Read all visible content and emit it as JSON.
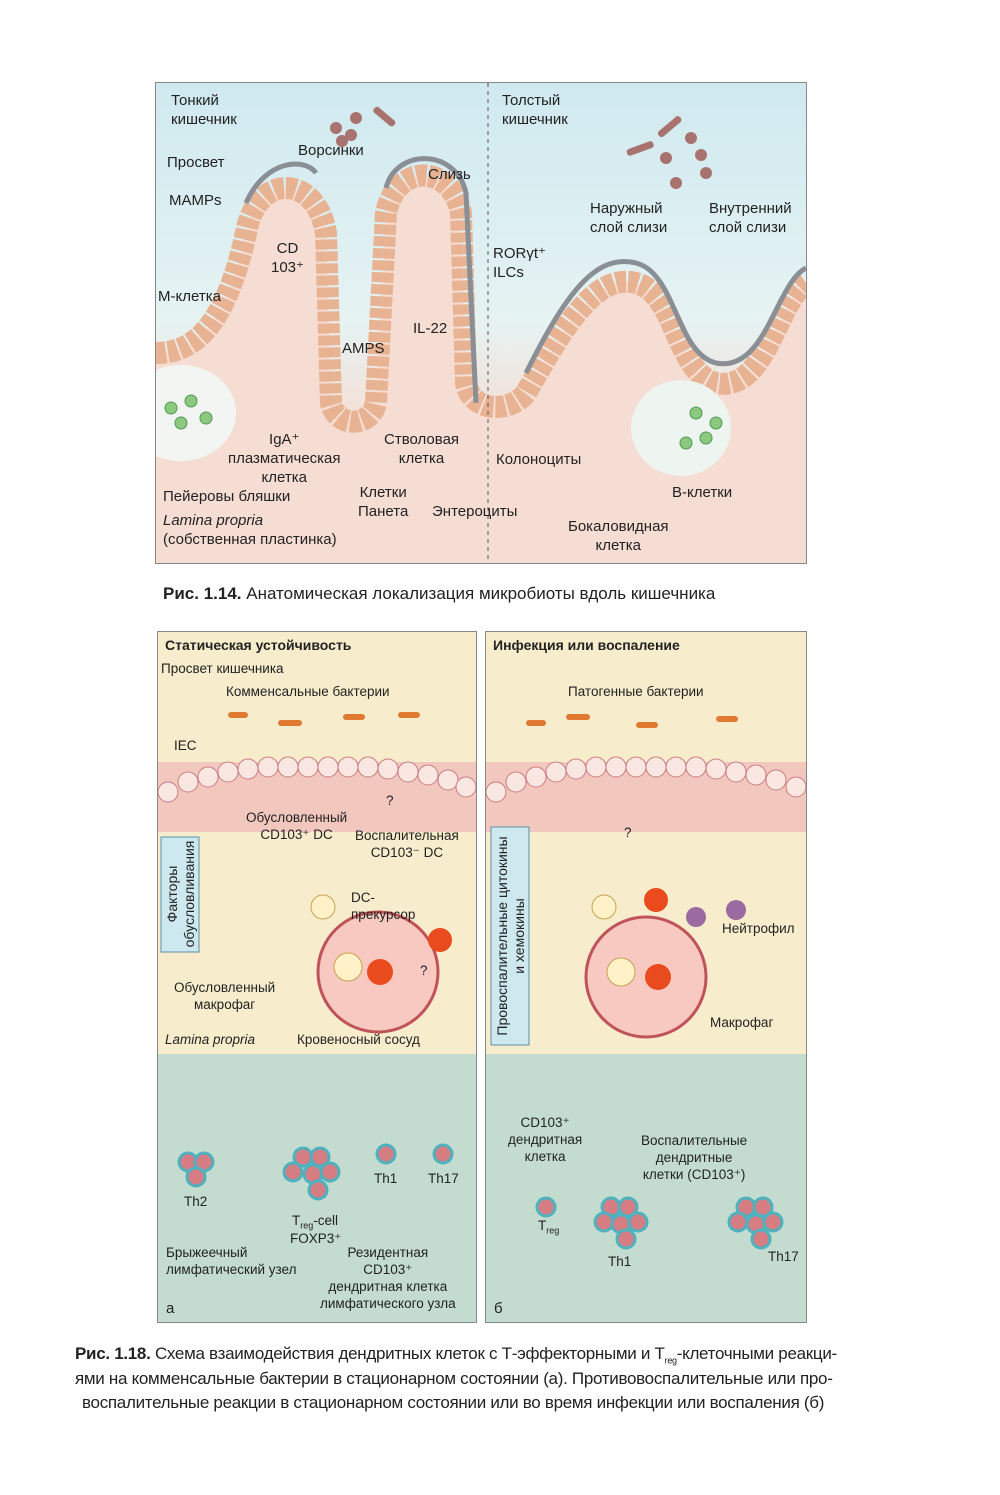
{
  "figure_114": {
    "labels": {
      "small_intestine": "Тонкий\nкишечник",
      "large_intestine": "Толстый\nкишечник",
      "lumen": "Просвет",
      "villi": "Ворсинки",
      "mucus": "Слизь",
      "mamps": "MAMPs",
      "cd103": "CD\n103⁺",
      "m_cell": "М-клетка",
      "ror_ilcs": "RORγt⁺\nILCs",
      "outer_mucus": "Наружный\nслой слизи",
      "inner_mucus": "Внутренний\nслой слизи",
      "il22": "IL-22",
      "amps": "AMPS",
      "iga_plasma": "IgA⁺\nплазматическая\nклетка",
      "stem_cell": "Стволовая\nклетка",
      "colonocytes": "Колоноциты",
      "peyer": "Пейеровы бляшки",
      "paneth": "Клетки\nПанета",
      "enterocytes": "Энтероциты",
      "b_cells": "B-клетки",
      "lamina_propria": "Lamina propria",
      "lamina_propria_ru": "(собственная пластинка)",
      "goblet": "Бокаловидная\nклетка"
    },
    "caption_label": "Рис. 1.14.",
    "caption_text": " Анатомическая локализация микробиоты вдоль кишечника"
  },
  "figure_118": {
    "panel_a": {
      "title": "Статическая устойчивость",
      "lumen": "Просвет кишечника",
      "commensal": "Комменсальные бактерии",
      "iec": "IEC",
      "conditioned_dc": "Обусловленный\nCD103⁺ DC",
      "inflammatory_dc": "Воспалительная\nCD103⁻ DC",
      "conditioning_factors": "Факторы\nобусловливания",
      "dc_precursor": "DC-\nпрекурсор",
      "question1": "?",
      "question2": "?",
      "conditioned_macrophage": "Обусловленный\nмакрофаг",
      "lamina_propria": "Lamina propria",
      "blood_vessel": "Кровеносный сосуд",
      "th2": "Th2",
      "treg_cell": "T",
      "treg_sub": "reg",
      "treg_cell_suffix": "-cell",
      "foxp3": "FOXP3⁺",
      "th1": "Th1",
      "th17": "Th17",
      "mesenteric": "Брыжеечный\nлимфатический узел",
      "resident_dc": "Резидентная\nCD103⁺\nдендритная клетка\nлимфатического узла",
      "letter": "а"
    },
    "panel_b": {
      "title": "Инфекция или воспаление",
      "pathogenic": "Патогенные бактерии",
      "proinflammatory": "Провоспалительные цитокины\nи хемокины",
      "question": "?",
      "neutrophil": "Нейтрофил",
      "macrophage": "Макрофаг",
      "cd103_dc": "CD103⁺\nдендритная\nклетка",
      "treg": "T",
      "treg_sub": "reg",
      "inflammatory_dcs": "Воспалительные\nдендритные\nклетки (CD103⁺)",
      "th1": "Th1",
      "th17": "Th17",
      "letter": "б"
    },
    "caption_label": "Рис. 1.18.",
    "caption_line1_a": " Схема взаимодействия дендритных клеток с Т-эффекторными и T",
    "caption_line1_sub": "reg",
    "caption_line1_b": "-клеточными реакци-",
    "caption_line2": "ями на комменсальные бактерии в стационарном состоянии (а). Противовоспалительные или про-",
    "caption_line3": "воспалительные реакции в стационарном состоянии или во время инфекции или воспаления (б)"
  },
  "colors": {
    "lumen_blue": "#cfe9f0",
    "lamina_pink": "#f6ddd3",
    "beige": "#f7edcc",
    "node_green": "#c4dcd0",
    "dc_orange": "#ee7a22",
    "epithelium": "#f1c7ad"
  }
}
